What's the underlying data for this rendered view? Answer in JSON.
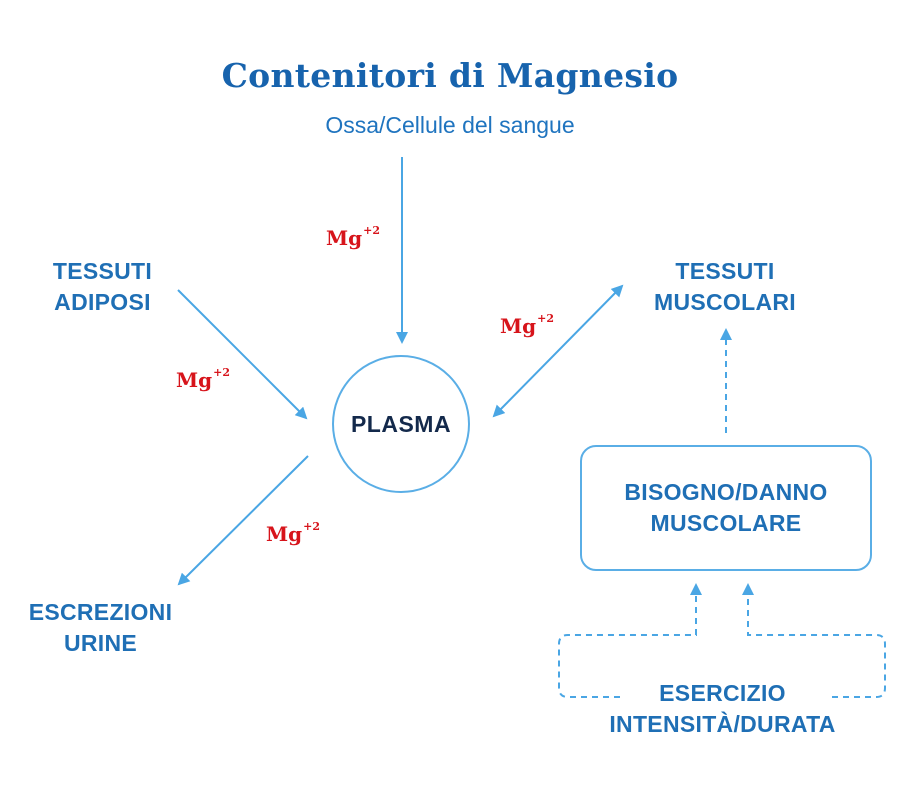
{
  "title": "Contenitori di Magnesio",
  "subtitle": "Ossa/Cellule del sangue",
  "nodes": {
    "tessuti_adiposi": [
      "TESSUTI",
      "ADIPOSI"
    ],
    "tessuti_muscolari": [
      "TESSUTI",
      "MUSCOLARI"
    ],
    "plasma": "PLASMA",
    "escrezioni_urine": [
      "ESCREZIONI",
      "URINE"
    ],
    "bisogno_danno": [
      "BISOGNO/DANNO",
      "MUSCOLARE"
    ],
    "esercizio": [
      "ESERCIZIO",
      "INTENSITÀ/DURATA"
    ]
  },
  "mg_label": {
    "base": "Mg",
    "charge": "+2"
  },
  "colors": {
    "title": "#1763ad",
    "label": "#1f6fb5",
    "arrow": "#4aa6e4",
    "mg": "#d7141b",
    "plasma_text": "#13294b"
  }
}
